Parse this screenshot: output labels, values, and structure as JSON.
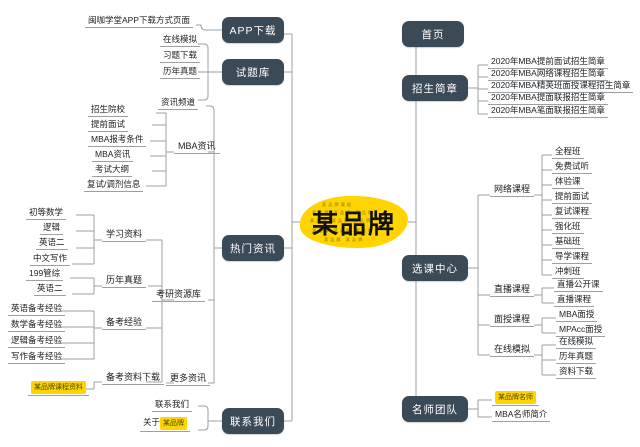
{
  "title": "某品牌",
  "colors": {
    "node_bg": "#3b4a57",
    "node_text": "#ffffff",
    "highlight": "#ffd400",
    "line": "#9aa0a6",
    "text": "#232323"
  },
  "center": {
    "label": "某品牌"
  },
  "left": {
    "branches": [
      {
        "node": "APP下载",
        "leaves": [
          "闽咖学堂APP下载方式页面"
        ]
      },
      {
        "node": "试题库",
        "leaves": [
          "在线模拟",
          "习题下载",
          "历年真题"
        ]
      },
      {
        "node": "热门资讯",
        "groups": [
          {
            "label": "MBA资讯",
            "leaves": [
              "资讯频道",
              "招生院校",
              "提前面试",
              "MBA报考条件",
              "MBA资讯",
              "考试大纲",
              "复试/调剂信息"
            ]
          },
          {
            "label": "考研资源库",
            "subgroups": [
              {
                "label": "学习资料",
                "leaves": [
                  "初等数学",
                  "逻辑",
                  "英语二",
                  "中文写作"
                ]
              },
              {
                "label": "历年真题",
                "leaves": [
                  "199管综",
                  "英语二"
                ]
              },
              {
                "label": "备考经验",
                "leaves": [
                  "英语备考经验",
                  "数学备考经验",
                  "逻辑备考经验",
                  "写作备考经验"
                ]
              },
              {
                "label": "备考资料下载",
                "leaves": []
              }
            ]
          },
          {
            "label": "更多资讯",
            "leaves": [
              "某品牌课程资料"
            ]
          }
        ]
      },
      {
        "node": "联系我们",
        "leaves": [
          "联系我们",
          "关于某品牌"
        ]
      }
    ]
  },
  "right": {
    "branches": [
      {
        "node": "首页",
        "leaves": []
      },
      {
        "node": "招生简章",
        "leaves": [
          "2020年MBA提前面试招生简章",
          "2020年MBA网络课程招生简章",
          "2020年MBA精英班面授课程招生简章",
          "2020年MBA提面联报招生简章",
          "2020年MBA笔面联报招生简章"
        ]
      },
      {
        "node": "选课中心",
        "groups": [
          {
            "label": "网络课程",
            "leaves": [
              "全程班",
              "免费试听",
              "体验课",
              "提前面试",
              "复试课程",
              "强化班",
              "基础班",
              "导学课程",
              "冲刺班"
            ]
          },
          {
            "label": "直播课程",
            "leaves": [
              "直播公开课",
              "直播课程"
            ]
          },
          {
            "label": "面授课程",
            "leaves": [
              "MBA面授",
              "MPAcc面授"
            ]
          },
          {
            "label": "在线模拟",
            "leaves": [
              "在线模拟",
              "历年真题",
              "资料下载"
            ]
          }
        ]
      },
      {
        "node": "名师团队",
        "leaves": [
          "某品牌名师",
          "MBA名师简介"
        ]
      }
    ]
  },
  "flat": {
    "l_app_1": "闽咖学堂APP下载方式页面",
    "l_tk_1": "在线模拟",
    "l_tk_2": "习题下载",
    "l_tk_3": "历年真题",
    "l_mba_group": "MBA资讯",
    "l_news_chan": "资讯频道",
    "l_mba_1": "招生院校",
    "l_mba_2": "提前面试",
    "l_mba_3": "MBA报考条件",
    "l_mba_4": "MBA资讯",
    "l_mba_5": "考试大纲",
    "l_mba_6": "复试/调剂信息",
    "l_res_group": "考研资源库",
    "l_study": "学习资料",
    "l_study_1": "初等数学",
    "l_study_2": "逻辑",
    "l_study_3": "英语二",
    "l_study_4": "中文写作",
    "l_past": "历年真题",
    "l_past_1": "199管综",
    "l_past_2": "英语二",
    "l_exp": "备考经验",
    "l_exp_1": "英语备考经验",
    "l_exp_2": "数学备考经验",
    "l_exp_3": "逻辑备考经验",
    "l_exp_4": "写作备考经验",
    "l_dl": "备考资料下载",
    "l_more": "更多资讯",
    "l_more_1": "某品牌课程资料",
    "l_contact_1": "联系我们",
    "l_contact_2_pre": "关于",
    "l_contact_2_hl": "某品牌",
    "n_app": "APP下载",
    "n_tk": "试题库",
    "n_news": "热门资讯",
    "n_contact": "联系我们",
    "n_home": "首页",
    "n_zhao": "招生简章",
    "n_course": "选课中心",
    "n_teacher": "名师团队",
    "r_zhao_1": "2020年MBA提前面试招生简章",
    "r_zhao_2": "2020年MBA网络课程招生简章",
    "r_zhao_3": "2020年MBA精英班面授课程招生简章",
    "r_zhao_4": "2020年MBA提面联报招生简章",
    "r_zhao_5": "2020年MBA笔面联报招生简章",
    "r_net": "网络课程",
    "r_net_1": "全程班",
    "r_net_2": "免费试听",
    "r_net_3": "体验课",
    "r_net_4": "提前面试",
    "r_net_5": "复试课程",
    "r_net_6": "强化班",
    "r_net_7": "基础班",
    "r_net_8": "导学课程",
    "r_net_9": "冲刺班",
    "r_live": "直播课程",
    "r_live_1": "直播公开课",
    "r_live_2": "直播课程",
    "r_face": "面授课程",
    "r_face_1": "MBA面授",
    "r_face_2": "MPAcc面授",
    "r_sim": "在线模拟",
    "r_sim_1": "在线模拟",
    "r_sim_2": "历年真题",
    "r_sim_3": "资料下载",
    "r_tea_1": "某品牌名师",
    "r_tea_2": "MBA名师简介"
  }
}
